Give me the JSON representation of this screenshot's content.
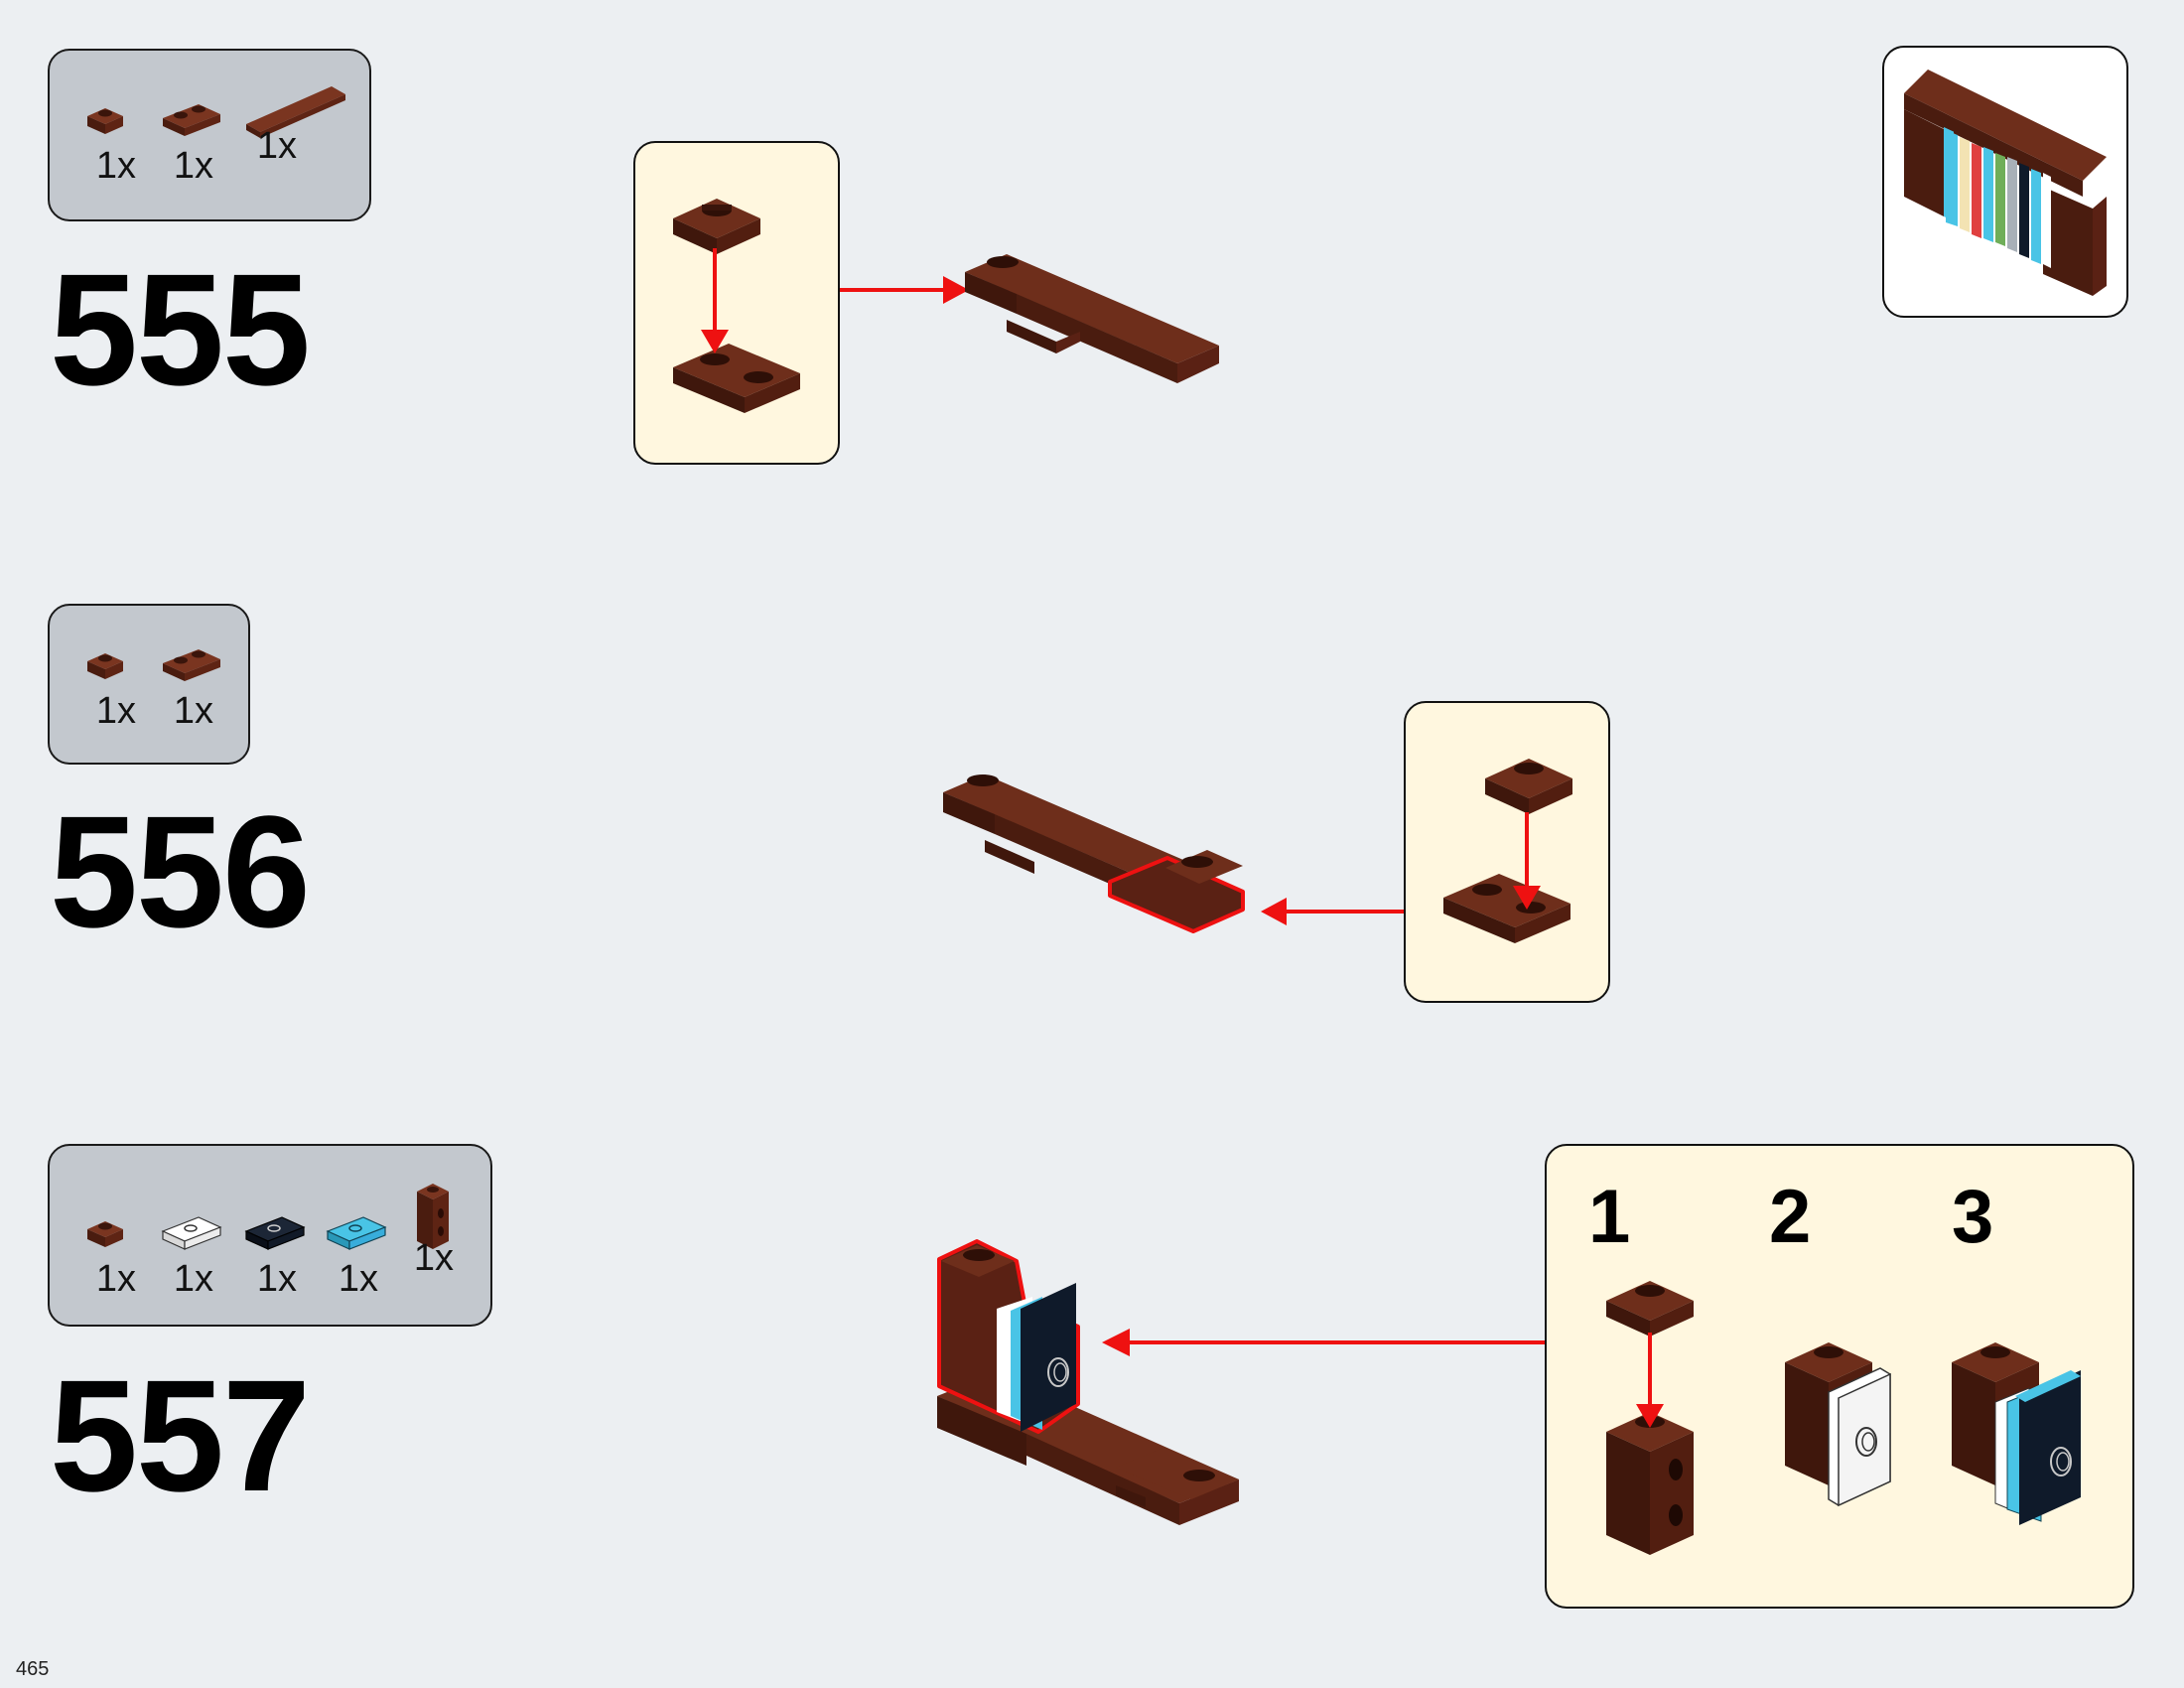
{
  "page": {
    "number": "465"
  },
  "colors": {
    "background": "#eceff2",
    "parts_box": "#c3c8ce",
    "callout": "#fff7df",
    "brick_brown": "#5a2414",
    "arrow_red": "#ee1111",
    "azure": "#49c4e6",
    "black_tile": "#0f1a2a"
  },
  "steps": [
    {
      "number": "555",
      "parts": [
        {
          "icon": "brown-plate-1x1-icon",
          "qty": "1x"
        },
        {
          "icon": "brown-plate-1x2-icon",
          "qty": "1x"
        },
        {
          "icon": "brown-plate-1x6-icon",
          "qty": "1x"
        }
      ]
    },
    {
      "number": "556",
      "parts": [
        {
          "icon": "brown-plate-1x1-icon",
          "qty": "1x"
        },
        {
          "icon": "brown-plate-1x2-icon",
          "qty": "1x"
        }
      ]
    },
    {
      "number": "557",
      "parts": [
        {
          "icon": "brown-plate-1x1-icon",
          "qty": "1x"
        },
        {
          "icon": "white-jumper-plate-icon",
          "qty": "1x"
        },
        {
          "icon": "black-jumper-plate-icon",
          "qty": "1x"
        },
        {
          "icon": "azure-jumper-plate-icon",
          "qty": "1x"
        },
        {
          "icon": "brown-brick-1x1-icon",
          "qty": "1x"
        }
      ],
      "substeps": [
        "1",
        "2",
        "3"
      ]
    }
  ]
}
